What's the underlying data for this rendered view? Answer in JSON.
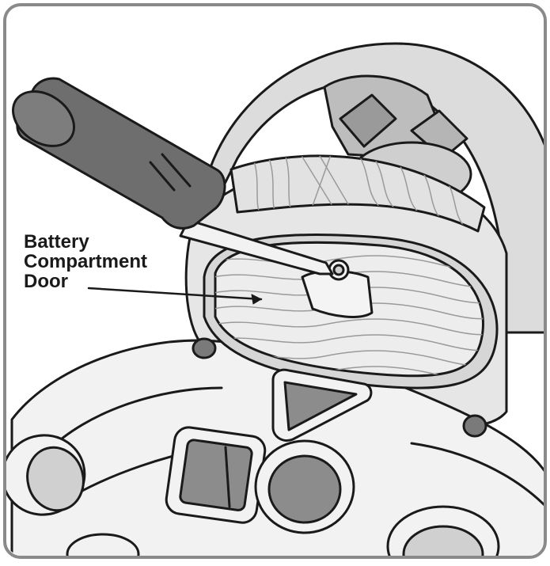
{
  "callout": {
    "lines": [
      "Battery",
      "Compartment",
      "Door"
    ]
  },
  "colors": {
    "frame": "#8a8a8a",
    "outline": "#1a1a1a",
    "screwdriver_handle": "#6e6e6e",
    "shaft": "#f2f2f2",
    "body_fill": "#f2f2f2",
    "grain_line": "#9a9a9a",
    "recess_fill": "#8c8c8c"
  },
  "icons": [
    "screwdriver-icon",
    "screw-icon",
    "toy-body-illustration"
  ]
}
